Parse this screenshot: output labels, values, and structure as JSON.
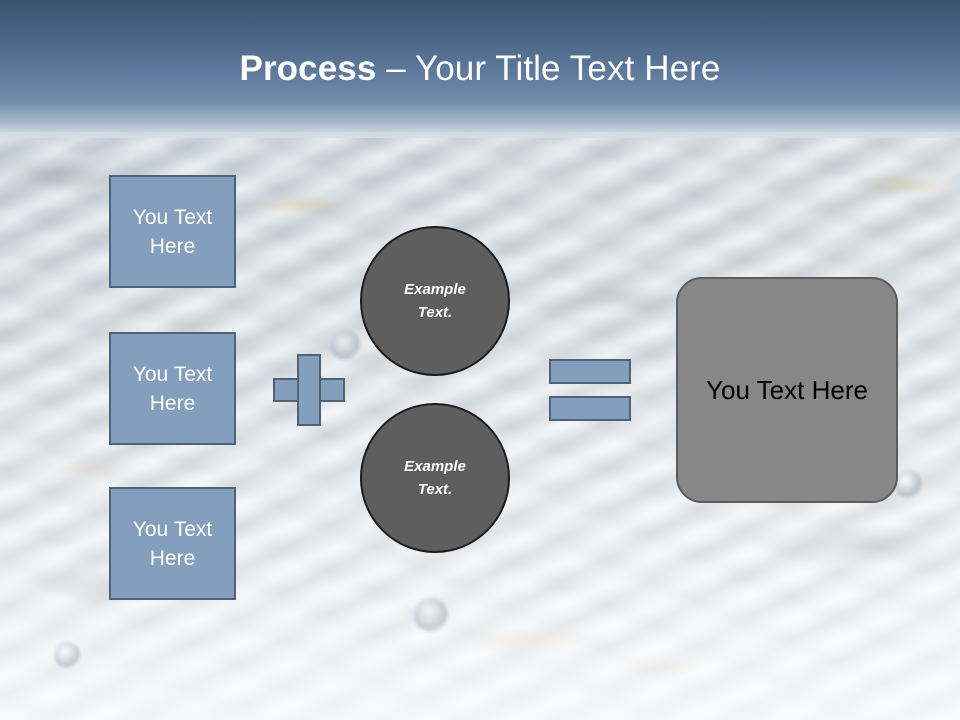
{
  "slide": {
    "title": {
      "strong": "Process",
      "rest": " – Your Title Text Here"
    },
    "background": {
      "description": "fish-photo",
      "header_top_color": "#3b5470",
      "header_bottom_color": "#a8bccf"
    }
  },
  "inputs": {
    "boxes": [
      {
        "label": "You Text\nHere"
      },
      {
        "label": "You Text\nHere"
      },
      {
        "label": "You Text\nHere"
      }
    ],
    "fill_color": "#849ebd",
    "border_color": "#4f6278"
  },
  "operators": {
    "plus": {
      "symbol": "plus-shape",
      "color": "#849ebd"
    },
    "equals": {
      "symbol": "equals-shape",
      "color": "#849ebd"
    }
  },
  "middle": {
    "circles": [
      {
        "label": "Example\nText."
      },
      {
        "label": "Example\nText."
      }
    ],
    "fill_color": "#5e5e5e",
    "border_color": "#1c1c1c"
  },
  "result": {
    "label": "You Text Here",
    "fill_color": "#878787",
    "border_color": "#5b5b5b"
  }
}
